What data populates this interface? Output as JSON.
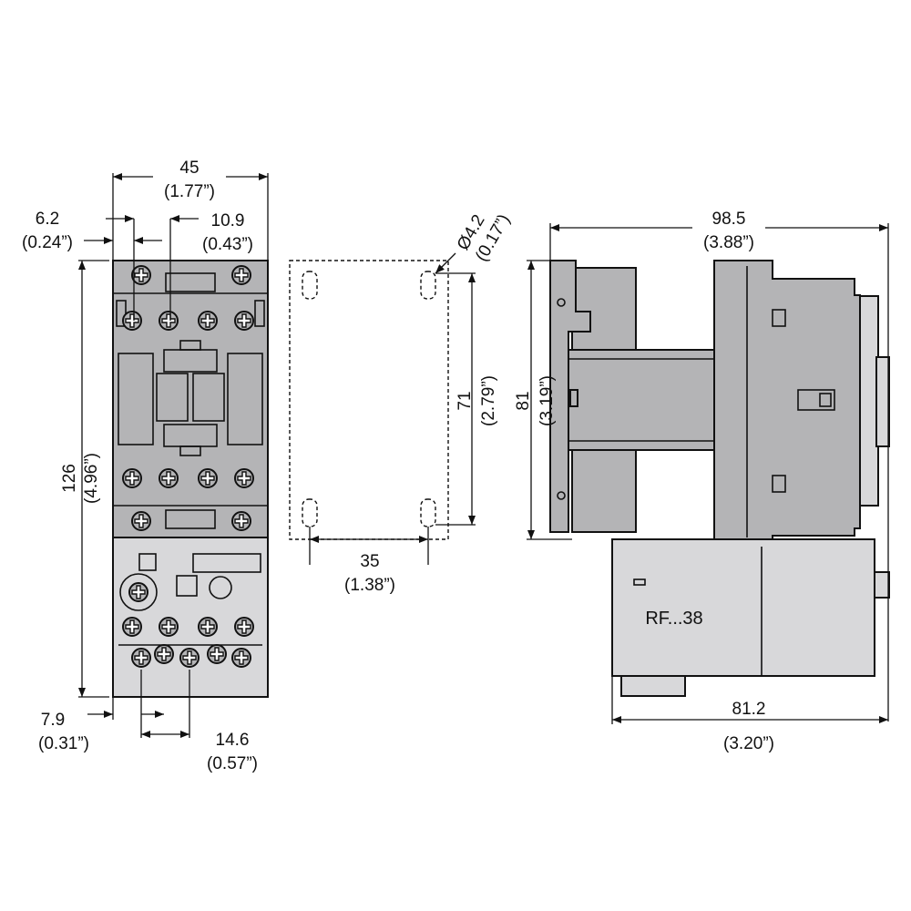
{
  "front_view": {
    "width": {
      "mm": "45",
      "in": "(1.77”)"
    },
    "left_offset": {
      "mm": "6.2",
      "in": "(0.24”)"
    },
    "terminal_pitch": {
      "mm": "10.9",
      "in": "(0.43”)"
    },
    "height": {
      "mm": "126",
      "in": "(4.96”)"
    },
    "relay_offset": {
      "mm": "7.9",
      "in": "(0.31”)"
    },
    "relay_pitch": {
      "mm": "14.6",
      "in": "(0.57”)"
    }
  },
  "mounting_view": {
    "hole": {
      "mm": "Ø4.2",
      "in": "(0.17”)"
    },
    "vertical": {
      "mm": "71",
      "in": "(2.79”)"
    },
    "horizontal": {
      "mm": "35",
      "in": "(1.38”)"
    }
  },
  "side_view": {
    "depth": {
      "mm": "98.5",
      "in": "(3.88”)"
    },
    "height": {
      "mm": "81",
      "in": "(3.19”)"
    },
    "relay_depth": {
      "mm": "81.2",
      "in": "(3.20”)"
    },
    "relay_label": "RF...38"
  }
}
